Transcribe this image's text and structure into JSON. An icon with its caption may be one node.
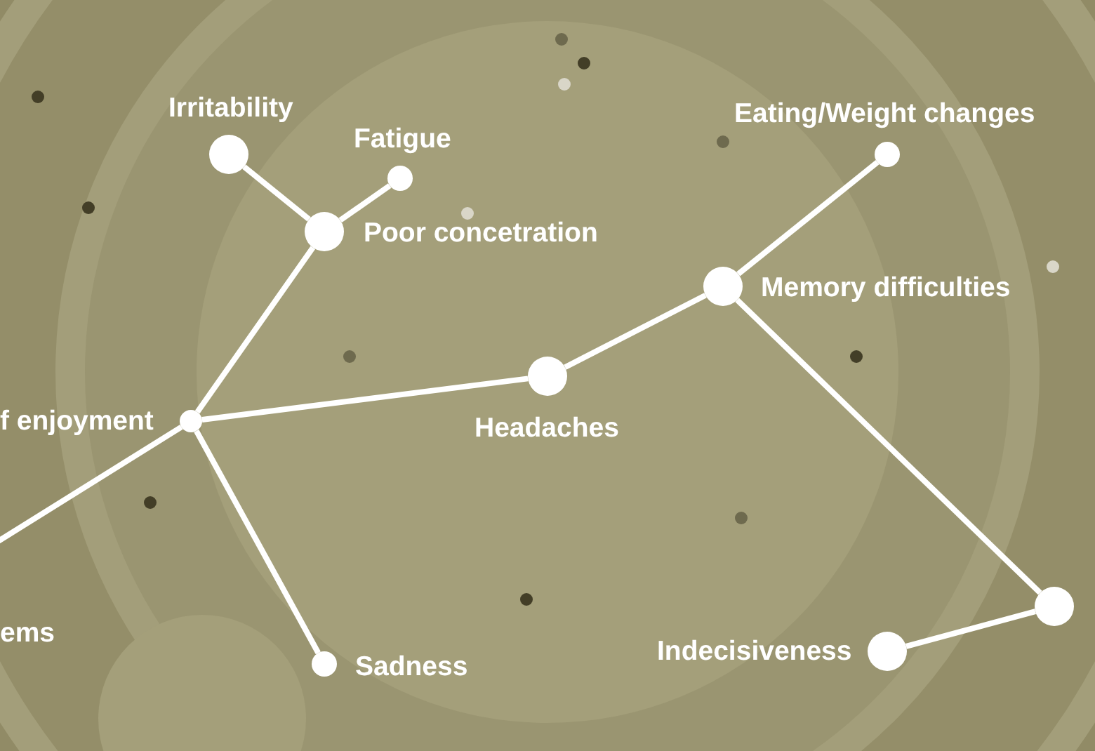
{
  "diagram": {
    "nodes": [
      {
        "text": [],
        "shape": "circle",
        "beside": [
          "Irritability"
        ]
      },
      {
        "text": [],
        "shape": "circle",
        "beside": [
          "Fatigue"
        ]
      },
      {
        "text": [],
        "shape": "circle",
        "beside": [
          "Eating/Weight changes"
        ]
      },
      {
        "text": [],
        "shape": "circle",
        "beside": [
          "Poor concetration"
        ]
      },
      {
        "text": [],
        "shape": "circle",
        "beside": [
          "Memory difficulties"
        ]
      },
      {
        "text": [],
        "shape": "circle",
        "beside": [
          "Headaches"
        ]
      },
      {
        "text": [],
        "shape": "circle",
        "beside": [
          "f enjoyment"
        ]
      },
      {
        "text": [],
        "shape": "circle"
      },
      {
        "text": [],
        "shape": "circle",
        "beside": [
          "Indecisiveness"
        ]
      },
      {
        "text": [],
        "shape": "circle",
        "beside": [
          "Sadness"
        ]
      }
    ],
    "edges": [
      {
        "from": 0,
        "to": 3,
        "arrow": "none"
      },
      {
        "from": 1,
        "to": 3,
        "arrow": "none"
      },
      {
        "from": 2,
        "to": 4,
        "arrow": "none"
      },
      {
        "from": 3,
        "to": 6,
        "arrow": "none"
      },
      {
        "from": 4,
        "to": 5,
        "arrow": "none"
      },
      {
        "from": 4,
        "to": 7,
        "arrow": "none"
      },
      {
        "from": 5,
        "to": 6,
        "arrow": "none"
      },
      {
        "from": 6,
        "to": null,
        "arrow": "none"
      },
      {
        "from": 6,
        "to": 9,
        "arrow": "none"
      },
      {
        "from": 7,
        "to": 8,
        "arrow": "none"
      }
    ],
    "labels": [
      "ems"
    ]
  }
}
